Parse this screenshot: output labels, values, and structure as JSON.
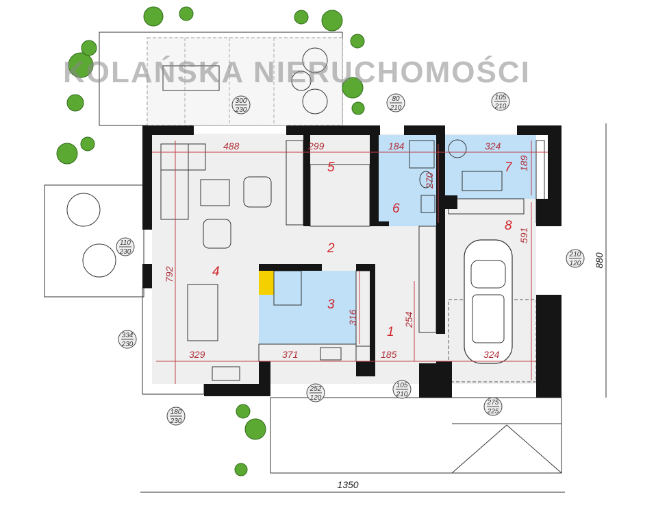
{
  "watermark": "KOLAŃSKA NIERUCHOMOŚCI",
  "rooms": [
    {
      "number": "1"
    },
    {
      "number": "2"
    },
    {
      "number": "3"
    },
    {
      "number": "4"
    },
    {
      "number": "5"
    },
    {
      "number": "6"
    },
    {
      "number": "7"
    },
    {
      "number": "8"
    }
  ],
  "dimensions": {
    "living_width": "488",
    "stairs_width": "299",
    "bath_width": "184",
    "utility_width": "324",
    "bath_depth": "270",
    "utility_depth": "189",
    "garage_depth": "591",
    "living_depth": "792",
    "kitchen_depth": "316",
    "hall_depth": "254",
    "dining_width": "329",
    "kitchen_width": "371",
    "hall_width": "185",
    "garage_width": "324",
    "total_width": "1350",
    "total_depth": "880"
  },
  "openings": [
    {
      "w": "300",
      "h": "230"
    },
    {
      "w": "80",
      "h": "210"
    },
    {
      "w": "105",
      "h": "210"
    },
    {
      "w": "110",
      "h": "230"
    },
    {
      "w": "210",
      "h": "120"
    },
    {
      "w": "334",
      "h": "230"
    },
    {
      "w": "252",
      "h": "120"
    },
    {
      "w": "105",
      "h": "210"
    },
    {
      "w": "275",
      "h": "225"
    },
    {
      "w": "180",
      "h": "230"
    }
  ],
  "colors": {
    "room_label": "#d2232a",
    "wet_room": "#bfe0f7",
    "wall": "#151515",
    "dimension": "#b0303a"
  }
}
